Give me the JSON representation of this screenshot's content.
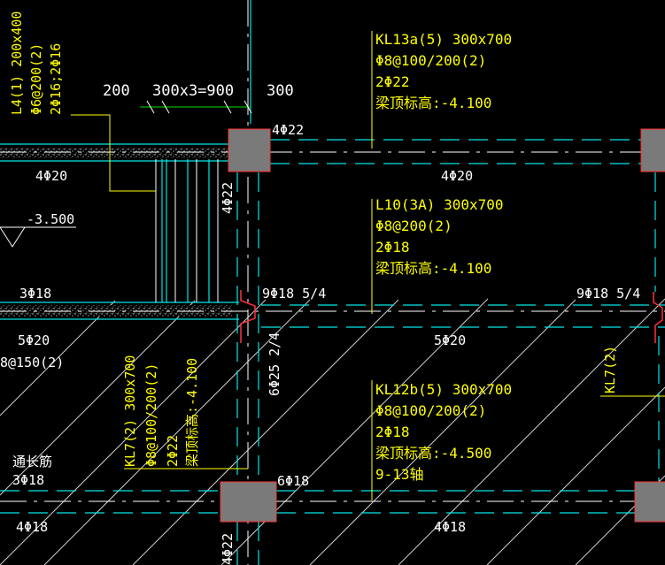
{
  "colors": {
    "background": "#000000",
    "yellow_text": "#FFFF00",
    "white_text": "#FFFFFF",
    "cyan": "#00E5E5",
    "green": "#00DD00",
    "red": "#FF3333",
    "column_fill": "#7A7A7A",
    "hatch": "#D8D8D8"
  },
  "beams": {
    "l4": {
      "line1": "L4(1) 200x400",
      "line2": "Φ6@200(2)",
      "line3": "2Φ16;2Φ16"
    },
    "kl13a": {
      "line1": "KL13a(5) 300x700",
      "line2": "Φ8@100/200(2)",
      "line3": "2Φ22",
      "line4": "梁顶标高:-4.100"
    },
    "l10": {
      "line1": "L10(3A) 300x700",
      "line2": "Φ8@200(2)",
      "line3": "2Φ18",
      "line4": "梁顶标高:-4.100"
    },
    "kl12b": {
      "line1": "KL12b(5) 300x700",
      "line2": "Φ8@100/200(2)",
      "line3": "2Φ18",
      "line4": "梁顶标高:-4.500",
      "line5": "9-13轴"
    },
    "kl7_left": {
      "line1": "KL7(2) 300x700",
      "line2": "Φ8@100/200(2)",
      "line3": "2Φ22",
      "line4": "梁顶标高:-4.100"
    },
    "kl7_right": {
      "line1": "KL7(2)"
    }
  },
  "dimensions": {
    "d200": "200",
    "d900": "300x3=900",
    "d300": "300"
  },
  "rebar_labels": {
    "top_4d22": "4Φ22",
    "left_4d20": "4Φ20",
    "mid_4d20": "4Φ20",
    "vert_4d22": "4Φ22",
    "elev": "-3.500",
    "left_3d18": "3Φ18",
    "mid_9d18": "9Φ18 5/4",
    "right_9d18": "9Φ18 5/4",
    "left_5d20": "5Φ20",
    "left_stirrup": "8@150(2)",
    "mid_5d20": "5Φ20",
    "vert_6d25": "6Φ25 2/4",
    "through_bar": "通长筋",
    "through_3d18": "3Φ18",
    "bot_6d18": "6Φ18",
    "bot_left_4d18": "4Φ18",
    "bot_mid_4d18": "4Φ18",
    "bot_vert_4d22": "4Φ22"
  }
}
